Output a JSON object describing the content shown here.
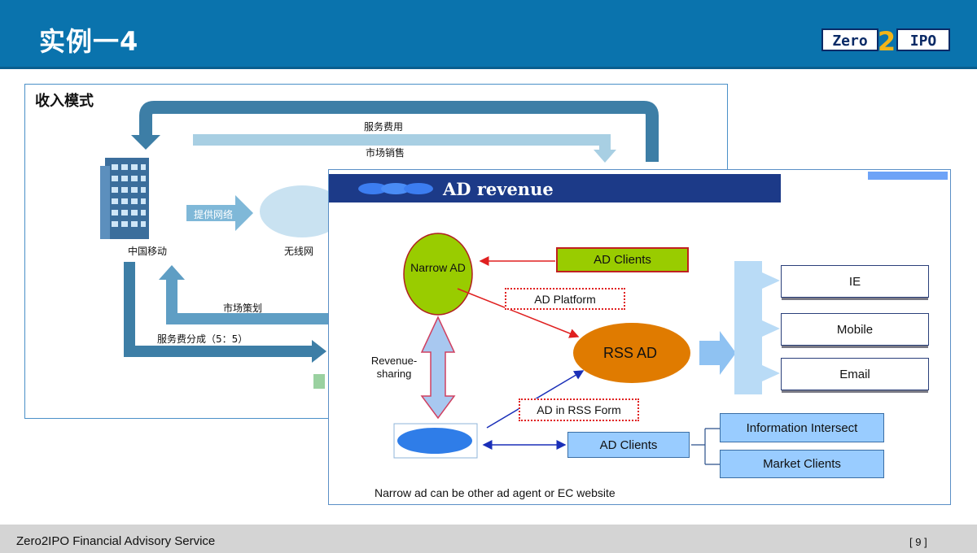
{
  "header": {
    "title": "实例一4"
  },
  "logo": {
    "left": "Zero",
    "digit": "2",
    "right": "IPO"
  },
  "back_panel": {
    "title": "收入模式",
    "labels": {
      "service_fee": "服务费用",
      "market_sales": "市场销售",
      "provide_network": "提供网络",
      "china_mobile": "中国移动",
      "wireless": "无线网",
      "market_planning": "市场策划",
      "fee_share": "服务费分成（5：5）"
    }
  },
  "front_panel": {
    "title": "AD revenue",
    "nodes": {
      "narrow_ad": "Narrow AD",
      "ad_clients_top": "AD Clients",
      "ad_platform": "AD Platform",
      "rss_ad": "RSS AD",
      "revenue_sharing": "Revenue-sharing",
      "ad_in_rss": "AD in RSS Form",
      "ad_clients_bottom": "AD Clients",
      "info_intersect": "Information Intersect",
      "market_clients": "Market Clients",
      "ie": "IE",
      "mobile": "Mobile",
      "email": "Email"
    },
    "note": "Narrow ad can be other ad agent or EC website"
  },
  "footer": {
    "left": "Zero2IPO Financial Advisory Service",
    "page": "[ 9 ]"
  },
  "colors": {
    "header": "#0a73ad",
    "green": "#99cc00",
    "orange": "#e07b00",
    "light_blue": "#99ccff",
    "navy": "#1c3a88"
  }
}
